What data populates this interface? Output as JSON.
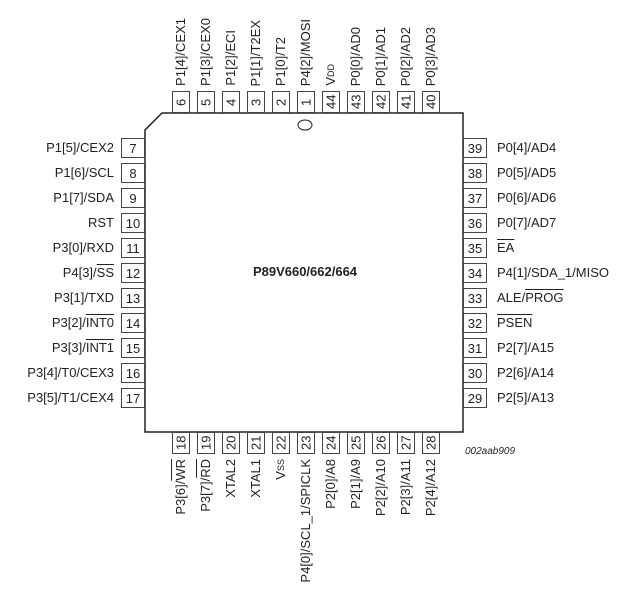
{
  "part_name": "P89V660/662/664",
  "figure_code": "002aab909",
  "pins": {
    "top": [
      {
        "num": "6",
        "label": [
          {
            "t": "P1[4]/CEX1"
          }
        ]
      },
      {
        "num": "5",
        "label": [
          {
            "t": "P1[3]/CEX0"
          }
        ]
      },
      {
        "num": "4",
        "label": [
          {
            "t": "P1[2]/ECI"
          }
        ]
      },
      {
        "num": "3",
        "label": [
          {
            "t": "P1[1]/T2EX"
          }
        ]
      },
      {
        "num": "2",
        "label": [
          {
            "t": "P1[0]/T2"
          }
        ]
      },
      {
        "num": "1",
        "label": [
          {
            "t": "P4[2]/MOSI"
          }
        ]
      },
      {
        "num": "44",
        "label": [
          {
            "t": "V"
          },
          {
            "t": "DD",
            "sub": true
          }
        ]
      },
      {
        "num": "43",
        "label": [
          {
            "t": "P0[0]/AD0"
          }
        ]
      },
      {
        "num": "42",
        "label": [
          {
            "t": "P0[1]/AD1"
          }
        ]
      },
      {
        "num": "41",
        "label": [
          {
            "t": "P0[2]/AD2"
          }
        ]
      },
      {
        "num": "40",
        "label": [
          {
            "t": "P0[3]/AD3"
          }
        ]
      }
    ],
    "left": [
      {
        "num": "7",
        "label": [
          {
            "t": "P1[5]/CEX2"
          }
        ]
      },
      {
        "num": "8",
        "label": [
          {
            "t": "P1[6]/SCL"
          }
        ]
      },
      {
        "num": "9",
        "label": [
          {
            "t": "P1[7]/SDA"
          }
        ]
      },
      {
        "num": "10",
        "label": [
          {
            "t": "RST"
          }
        ]
      },
      {
        "num": "11",
        "label": [
          {
            "t": "P3[0]/RXD"
          }
        ]
      },
      {
        "num": "12",
        "label": [
          {
            "t": "P4[3]/"
          },
          {
            "t": "SS",
            "bar": true
          }
        ]
      },
      {
        "num": "13",
        "label": [
          {
            "t": "P3[1]/TXD"
          }
        ]
      },
      {
        "num": "14",
        "label": [
          {
            "t": "P3[2]/"
          },
          {
            "t": "INT0",
            "bar": true
          }
        ]
      },
      {
        "num": "15",
        "label": [
          {
            "t": "P3[3]/"
          },
          {
            "t": "INT1",
            "bar": true
          }
        ]
      },
      {
        "num": "16",
        "label": [
          {
            "t": "P3[4]/T0/CEX3"
          }
        ]
      },
      {
        "num": "17",
        "label": [
          {
            "t": "P3[5]/T1/CEX4"
          }
        ]
      }
    ],
    "right": [
      {
        "num": "39",
        "label": [
          {
            "t": "P0[4]/AD4"
          }
        ]
      },
      {
        "num": "38",
        "label": [
          {
            "t": "P0[5]/AD5"
          }
        ]
      },
      {
        "num": "37",
        "label": [
          {
            "t": "P0[6]/AD6"
          }
        ]
      },
      {
        "num": "36",
        "label": [
          {
            "t": "P0[7]/AD7"
          }
        ]
      },
      {
        "num": "35",
        "label": [
          {
            "t": "EA",
            "bar": true
          }
        ]
      },
      {
        "num": "34",
        "label": [
          {
            "t": "P4[1]/SDA_1/MISO"
          }
        ]
      },
      {
        "num": "33",
        "label": [
          {
            "t": "ALE/"
          },
          {
            "t": "PROG",
            "bar": true
          }
        ]
      },
      {
        "num": "32",
        "label": [
          {
            "t": "PSEN",
            "bar": true
          }
        ]
      },
      {
        "num": "31",
        "label": [
          {
            "t": "P2[7]/A15"
          }
        ]
      },
      {
        "num": "30",
        "label": [
          {
            "t": "P2[6]/A14"
          }
        ]
      },
      {
        "num": "29",
        "label": [
          {
            "t": "P2[5]/A13"
          }
        ]
      }
    ],
    "bottom": [
      {
        "num": "18",
        "label": [
          {
            "t": "P3[6]/"
          },
          {
            "t": "WR",
            "bar": true
          }
        ]
      },
      {
        "num": "19",
        "label": [
          {
            "t": "P3[7]/"
          },
          {
            "t": "RD",
            "bar": true
          }
        ]
      },
      {
        "num": "20",
        "label": [
          {
            "t": "XTAL2"
          }
        ]
      },
      {
        "num": "21",
        "label": [
          {
            "t": "XTAL1"
          }
        ]
      },
      {
        "num": "22",
        "label": [
          {
            "t": "V"
          },
          {
            "t": "SS",
            "sub": true
          }
        ]
      },
      {
        "num": "23",
        "label": [
          {
            "t": "P4[0]/SCL_1/SPICLK"
          }
        ]
      },
      {
        "num": "24",
        "label": [
          {
            "t": "P2[0]/A8"
          }
        ]
      },
      {
        "num": "25",
        "label": [
          {
            "t": "P2[1]/A9"
          }
        ]
      },
      {
        "num": "26",
        "label": [
          {
            "t": "P2[2]/A10"
          }
        ]
      },
      {
        "num": "27",
        "label": [
          {
            "t": "P2[3]/A11"
          }
        ]
      },
      {
        "num": "28",
        "label": [
          {
            "t": "P2[4]/A12"
          }
        ]
      }
    ]
  }
}
